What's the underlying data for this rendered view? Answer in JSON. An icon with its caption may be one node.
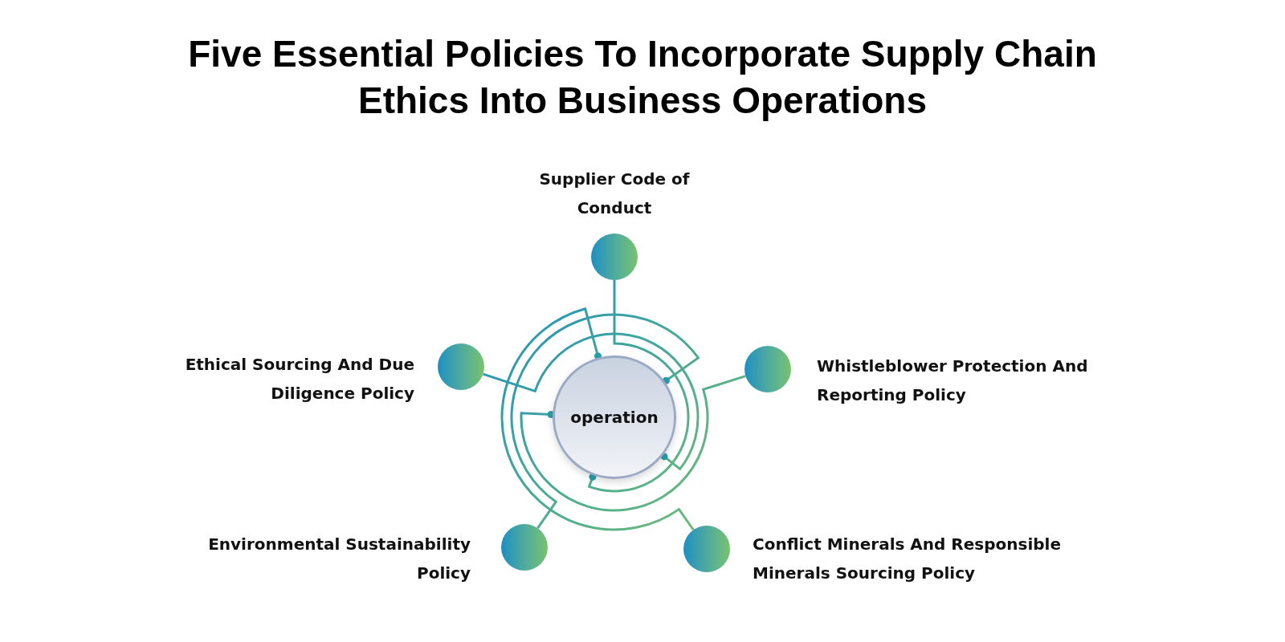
{
  "diagram": {
    "title": "Five Essential Policies To Incorporate Supply Chain Ethics Into Business Operations",
    "nodes": [
      {
        "text": [
          "operation"
        ]
      },
      {
        "text": [],
        "shape": "circle",
        "beside": [
          "Supplier Code of Conduct"
        ]
      },
      {
        "text": [],
        "shape": "circle",
        "beside": [
          "Ethical Sourcing And Due Diligence Policy"
        ]
      },
      {
        "text": [],
        "shape": "circle",
        "beside": [
          "Whistleblower Protection And Reporting Policy"
        ]
      },
      {
        "text": [],
        "shape": "circle",
        "beside": [
          "Environmental Sustainability Policy"
        ]
      },
      {
        "text": [],
        "shape": "circle",
        "beside": [
          "Conflict Minerals And Responsible Minerals Sourcing Policy"
        ]
      }
    ],
    "edges": [
      {
        "from": 1,
        "to": 0,
        "arrow": "other"
      },
      {
        "from": 2,
        "to": 0,
        "arrow": "other"
      },
      {
        "from": 3,
        "to": 0,
        "arrow": "other"
      },
      {
        "from": 4,
        "to": 0,
        "arrow": "other"
      },
      {
        "from": 5,
        "to": 0,
        "arrow": "other"
      }
    ]
  }
}
